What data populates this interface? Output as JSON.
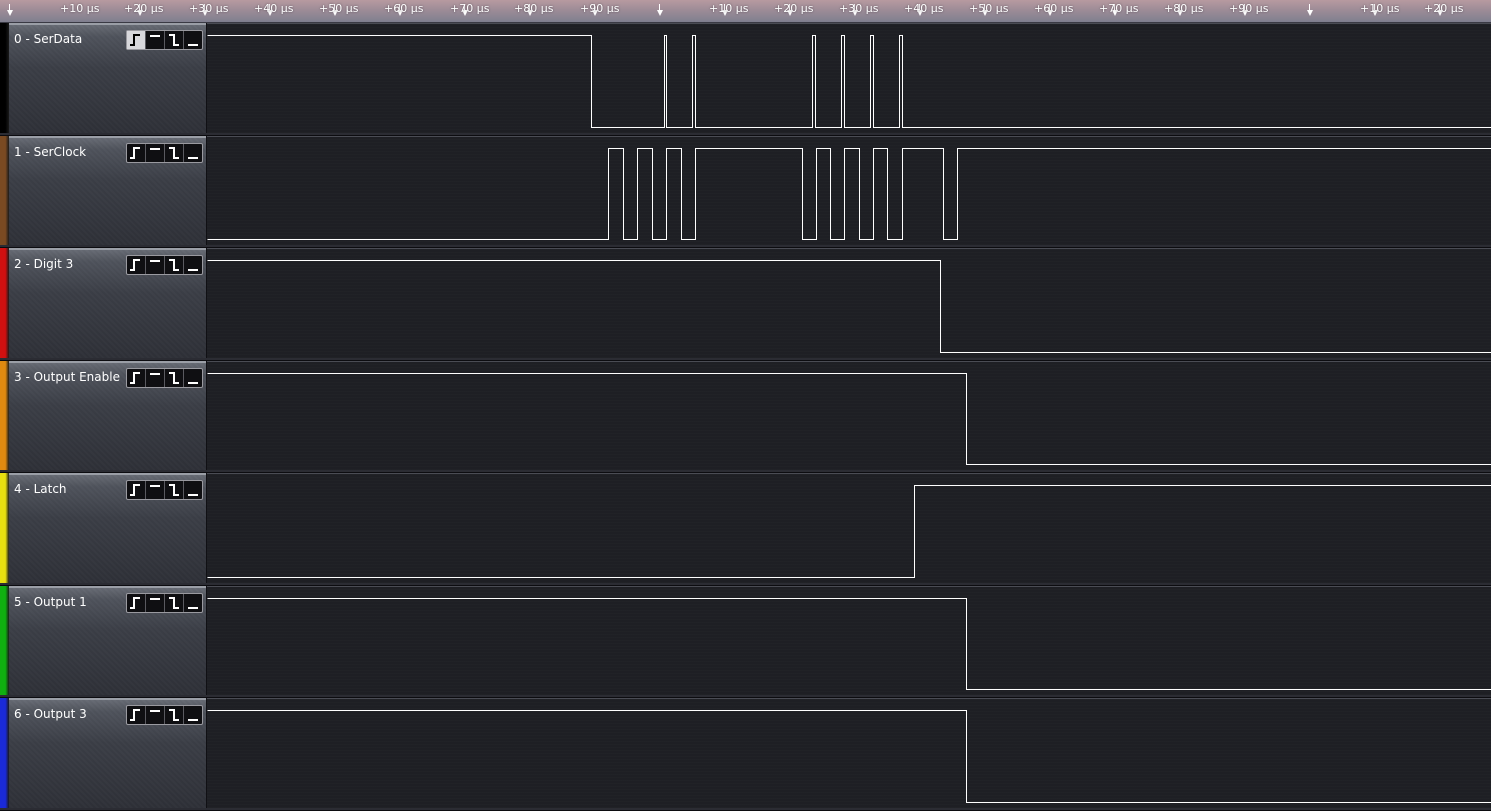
{
  "ruler": {
    "ticks": [
      "+10 µs",
      "+20 µs",
      "+30 µs",
      "+40 µs",
      "+50 µs",
      "+60 µs",
      "+70 µs",
      "+80 µs",
      "+90 µs",
      "+10 µs",
      "+20 µs",
      "+30 µs",
      "+40 µs",
      "+50 µs",
      "+60 µs",
      "+70 µs",
      "+80 µs",
      "+90 µs",
      "+10 µs",
      "+20 µs"
    ]
  },
  "trigger_icons": [
    "rising-edge-icon",
    "high-level-icon",
    "falling-edge-icon",
    "low-level-icon"
  ],
  "signal_color": "#ffffff",
  "channels": [
    {
      "name": "0 - SerData",
      "color": "#000000",
      "selected_trigger": 0,
      "initial": 1,
      "transitions": [
        591,
        664,
        666,
        692,
        695,
        812,
        815,
        841,
        844,
        870,
        873,
        899,
        902
      ]
    },
    {
      "name": "1 - SerClock",
      "color": "#7a4a22",
      "selected_trigger": null,
      "initial": 0,
      "transitions": [
        608,
        623,
        637,
        652,
        666,
        681,
        695,
        802,
        816,
        830,
        844,
        859,
        873,
        887,
        902,
        943,
        957
      ]
    },
    {
      "name": "2 - Digit 3",
      "color": "#d01010",
      "selected_trigger": null,
      "initial": 1,
      "transitions": [
        940
      ]
    },
    {
      "name": "3 - Output Enable",
      "color": "#e08a10",
      "selected_trigger": null,
      "initial": 1,
      "transitions": [
        966
      ]
    },
    {
      "name": "4 - Latch",
      "color": "#e8e010",
      "selected_trigger": null,
      "initial": 0,
      "transitions": [
        914
      ]
    },
    {
      "name": "5 - Output 1",
      "color": "#10b010",
      "selected_trigger": null,
      "initial": 1,
      "transitions": [
        966
      ]
    },
    {
      "name": "6 - Output 3",
      "color": "#1a2ad8",
      "selected_trigger": null,
      "initial": 1,
      "transitions": [
        966
      ]
    }
  ]
}
